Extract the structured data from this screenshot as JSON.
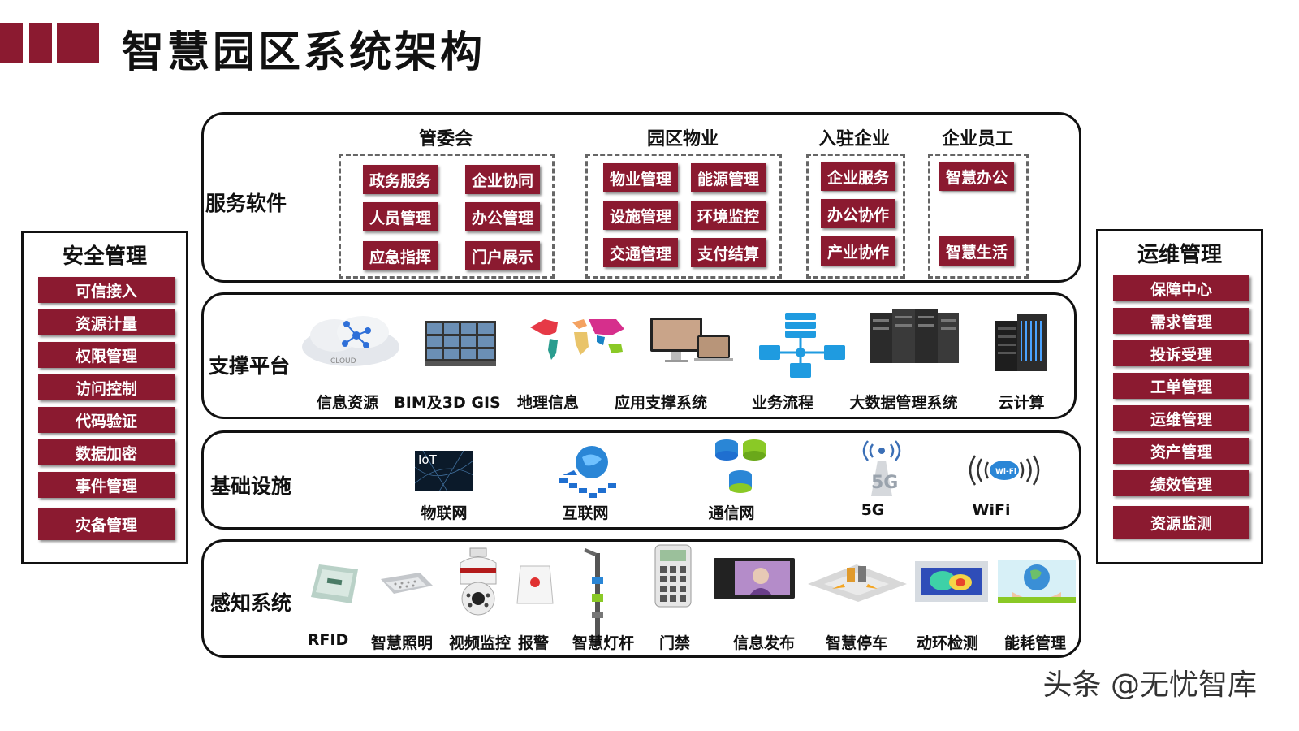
{
  "header": {
    "title": "智慧园区系统架构"
  },
  "left_panel": {
    "title": "安全管理",
    "items": [
      "可信接入",
      "资源计量",
      "权限管理",
      "访问控制",
      "代码验证",
      "数据加密",
      "事件管理",
      "灾备管理"
    ]
  },
  "right_panel": {
    "title": "运维管理",
    "items": [
      "保障中心",
      "需求管理",
      "投诉受理",
      "工单管理",
      "运维管理",
      "资产管理",
      "绩效管理",
      "资源监测"
    ]
  },
  "layers": {
    "service": {
      "label": "服务软件",
      "groups": [
        {
          "title": "管委会",
          "items": [
            "政务服务",
            "企业协同",
            "人员管理",
            "办公管理",
            "应急指挥",
            "门户展示"
          ]
        },
        {
          "title": "园区物业",
          "items": [
            "物业管理",
            "能源管理",
            "设施管理",
            "环境监控",
            "交通管理",
            "支付结算"
          ]
        },
        {
          "title": "入驻企业",
          "items": [
            "企业服务",
            "办公协作",
            "产业协作"
          ]
        },
        {
          "title": "企业员工",
          "items": [
            "智慧办公",
            "智慧生活"
          ]
        }
      ]
    },
    "support": {
      "label": "支撑平台",
      "items": [
        {
          "label": "信息资源",
          "icon": "cloud-icon"
        },
        {
          "label": "BIM及3D GIS",
          "icon": "video-wall-icon"
        },
        {
          "label": "地理信息",
          "icon": "world-map-icon"
        },
        {
          "label": "应用支撑系统",
          "icon": "computers-icon"
        },
        {
          "label": "业务流程",
          "icon": "network-flow-icon"
        },
        {
          "label": "大数据管理系统",
          "icon": "server-rack-icon"
        },
        {
          "label": "云计算",
          "icon": "server-cabinet-icon"
        }
      ]
    },
    "infra": {
      "label": "基础设施",
      "items": [
        {
          "label": "物联网",
          "icon": "iot-icon",
          "icon_text": "IoT"
        },
        {
          "label": "互联网",
          "icon": "globe-network-icon"
        },
        {
          "label": "通信网",
          "icon": "database-icon"
        },
        {
          "label": "5G",
          "icon": "5g-tower-icon",
          "icon_text": "5G"
        },
        {
          "label": "WiFi",
          "icon": "wifi-icon",
          "icon_text": "Wi-Fi"
        }
      ]
    },
    "sensing": {
      "label": "感知系统",
      "items": [
        {
          "label": "RFID",
          "icon": "rfid-reader-icon"
        },
        {
          "label": "智慧照明",
          "icon": "street-light-icon"
        },
        {
          "label": "视频监控",
          "icon": "dome-camera-icon"
        },
        {
          "label": "报警",
          "icon": "alarm-button-icon"
        },
        {
          "label": "智慧灯杆",
          "icon": "smart-pole-icon"
        },
        {
          "label": "门禁",
          "icon": "keypad-icon"
        },
        {
          "label": "信息发布",
          "icon": "display-screen-icon"
        },
        {
          "label": "智慧停车",
          "icon": "parking-icon"
        },
        {
          "label": "动环检测",
          "icon": "heatmap-icon"
        },
        {
          "label": "能耗管理",
          "icon": "earth-hands-icon"
        }
      ]
    }
  },
  "watermark": "头条 @无忧智库",
  "colors": {
    "accent": "#8b1a30",
    "frame": "#111111"
  }
}
